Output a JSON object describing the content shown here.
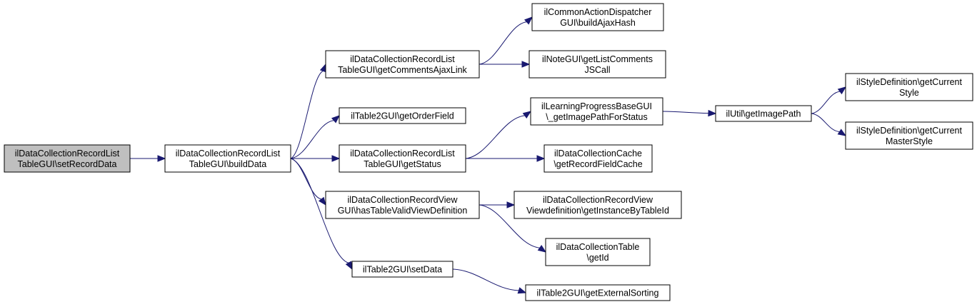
{
  "graph": {
    "nodes": [
      {
        "id": "n0",
        "lines": [
          "ilDataCollectionRecordList",
          "TableGUI\\setRecordData"
        ],
        "root": true
      },
      {
        "id": "n1",
        "lines": [
          "ilDataCollectionRecordList",
          "TableGUI\\buildData"
        ]
      },
      {
        "id": "n2",
        "lines": [
          "ilDataCollectionRecordList",
          "TableGUI\\getCommentsAjaxLink"
        ]
      },
      {
        "id": "n3",
        "lines": [
          "ilTable2GUI\\getOrderField"
        ]
      },
      {
        "id": "n4",
        "lines": [
          "ilDataCollectionRecordList",
          "TableGUI\\getStatus"
        ]
      },
      {
        "id": "n5",
        "lines": [
          "ilDataCollectionRecordView",
          "GUI\\hasTableValidViewDefinition"
        ]
      },
      {
        "id": "n6",
        "lines": [
          "ilTable2GUI\\setData"
        ]
      },
      {
        "id": "n7",
        "lines": [
          "ilCommonActionDispatcher",
          "GUI\\buildAjaxHash"
        ]
      },
      {
        "id": "n8",
        "lines": [
          "ilNoteGUI\\getListComments",
          "JSCall"
        ]
      },
      {
        "id": "n9",
        "lines": [
          "ilLearningProgressBaseGUI",
          "\\_getImagePathForStatus"
        ]
      },
      {
        "id": "n10",
        "lines": [
          "ilDataCollectionCache",
          "\\getRecordFieldCache"
        ]
      },
      {
        "id": "n11",
        "lines": [
          "ilDataCollectionRecordView",
          "Viewdefinition\\getInstanceByTableId"
        ]
      },
      {
        "id": "n12",
        "lines": [
          "ilDataCollectionTable",
          "\\getId"
        ]
      },
      {
        "id": "n13",
        "lines": [
          "ilTable2GUI\\getExternalSorting"
        ]
      },
      {
        "id": "n14",
        "lines": [
          "ilUtil\\getImagePath"
        ]
      },
      {
        "id": "n15",
        "lines": [
          "ilStyleDefinition\\getCurrent",
          "Style"
        ]
      },
      {
        "id": "n16",
        "lines": [
          "ilStyleDefinition\\getCurrent",
          "MasterStyle"
        ]
      }
    ],
    "edges": [
      {
        "from": "n0",
        "to": "n1"
      },
      {
        "from": "n1",
        "to": "n2"
      },
      {
        "from": "n1",
        "to": "n3"
      },
      {
        "from": "n1",
        "to": "n4"
      },
      {
        "from": "n1",
        "to": "n5"
      },
      {
        "from": "n1",
        "to": "n6"
      },
      {
        "from": "n2",
        "to": "n7"
      },
      {
        "from": "n2",
        "to": "n8"
      },
      {
        "from": "n4",
        "to": "n9"
      },
      {
        "from": "n4",
        "to": "n10"
      },
      {
        "from": "n5",
        "to": "n11"
      },
      {
        "from": "n5",
        "to": "n12"
      },
      {
        "from": "n6",
        "to": "n13"
      },
      {
        "from": "n9",
        "to": "n14"
      },
      {
        "from": "n14",
        "to": "n15"
      },
      {
        "from": "n14",
        "to": "n16"
      }
    ]
  },
  "colors": {
    "edge": "#191970",
    "root_fill": "#bfbfbf",
    "node_fill": "#ffffff",
    "node_stroke": "#000000"
  }
}
